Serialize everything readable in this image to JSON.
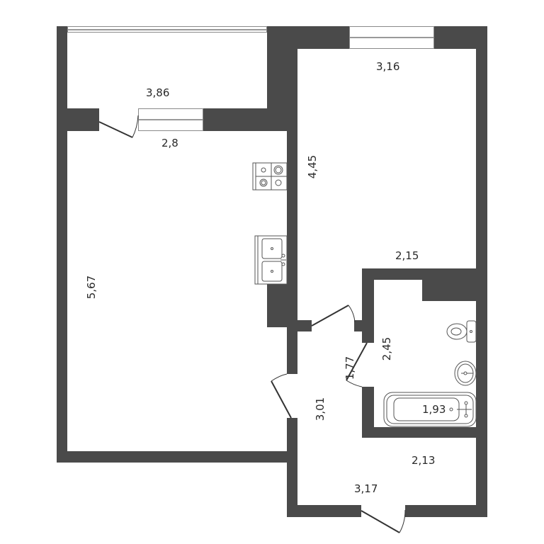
{
  "plan": {
    "title": "Apartment floor plan",
    "colors": {
      "wall": "#4a4a4a",
      "background": "#ffffff",
      "fixture_line": "#555555"
    },
    "rooms": [
      {
        "id": "balcony",
        "name": "balcony",
        "dimension_label": "3,86"
      },
      {
        "id": "living-kitchen",
        "name": "living room / kitchen",
        "width_label": "2,8",
        "length_label": "5,67"
      },
      {
        "id": "bedroom",
        "name": "bedroom",
        "width_label": "3,16",
        "length_label": "4,45",
        "bottom_label": "2,15"
      },
      {
        "id": "bathroom",
        "name": "bathroom",
        "height_label": "2,45",
        "width_label": "1,93"
      },
      {
        "id": "corridor",
        "name": "corridor",
        "length_label": "3,01",
        "door_label": "1,77"
      },
      {
        "id": "hallway",
        "name": "entrance hall",
        "width_label": "3,17",
        "depth_label": "2,13"
      }
    ],
    "fixtures": [
      "stove-icon",
      "kitchen-sink-icon",
      "toilet-icon",
      "washbasin-icon",
      "bathtub-icon"
    ]
  }
}
